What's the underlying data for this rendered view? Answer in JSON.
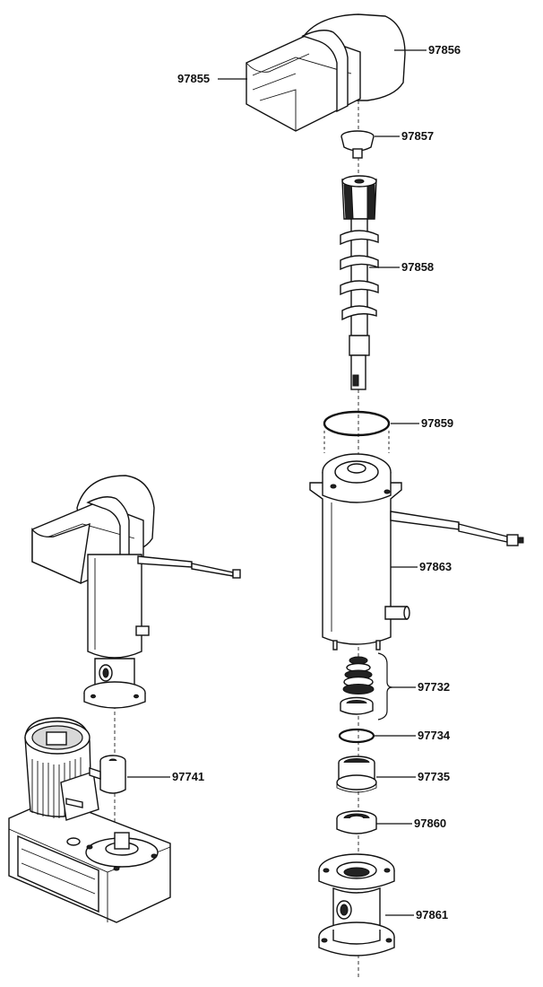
{
  "parts": [
    {
      "id": "p97856",
      "label": "97856"
    },
    {
      "id": "p97855",
      "label": "97855"
    },
    {
      "id": "p97857",
      "label": "97857"
    },
    {
      "id": "p97858",
      "label": "97858"
    },
    {
      "id": "p97859",
      "label": "97859"
    },
    {
      "id": "p97863",
      "label": "97863"
    },
    {
      "id": "p97732",
      "label": "97732"
    },
    {
      "id": "p97734",
      "label": "97734"
    },
    {
      "id": "p97735",
      "label": "97735"
    },
    {
      "id": "p97741",
      "label": "97741"
    },
    {
      "id": "p97860",
      "label": "97860"
    },
    {
      "id": "p97861",
      "label": "97861"
    }
  ]
}
